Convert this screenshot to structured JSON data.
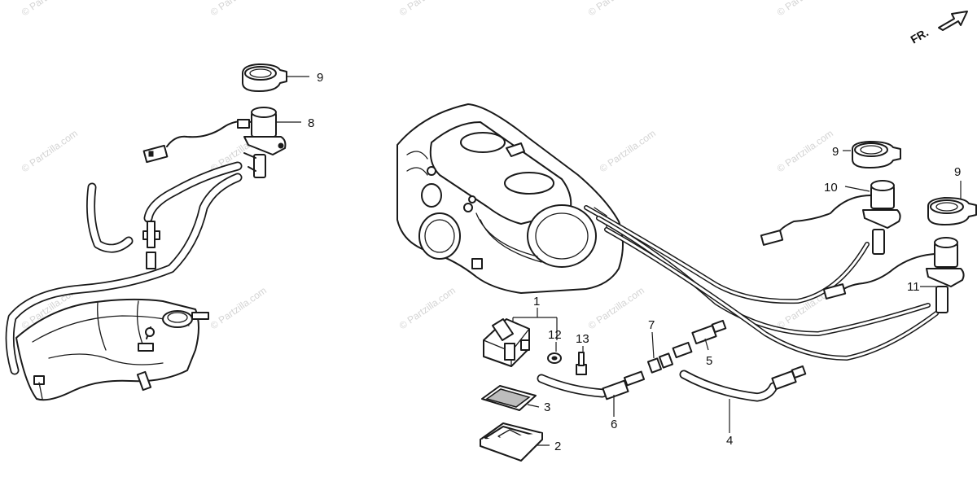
{
  "diagram": {
    "callouts": [
      "1",
      "2",
      "3",
      "4",
      "5",
      "6",
      "7",
      "8",
      "9",
      "10",
      "11",
      "12",
      "13"
    ],
    "front_indicator": "FR.",
    "watermark": "© Partzilla.com"
  },
  "colors": {
    "line": "#1a1a1a",
    "background": "#ffffff",
    "watermark": "#d4d4d4"
  }
}
